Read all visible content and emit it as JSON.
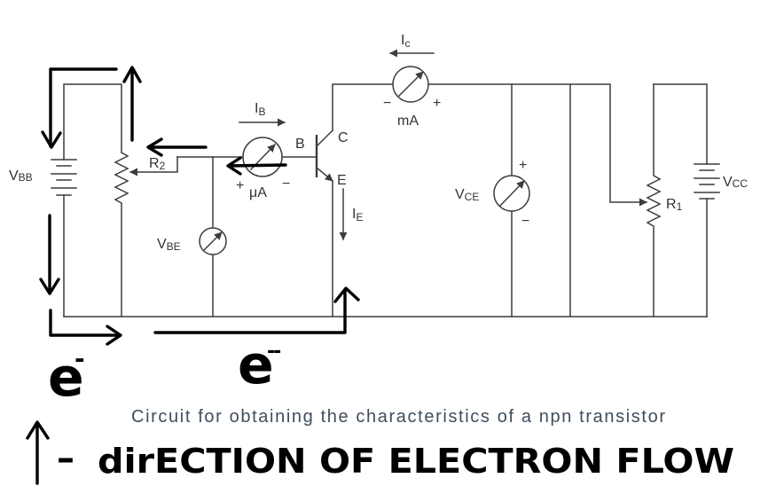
{
  "caption": "Circuit for obtaining the characteristics of a npn transistor",
  "labels": {
    "v_bb": {
      "symbol": "V",
      "sub": "BB"
    },
    "r2": {
      "symbol": "R",
      "sub": "2"
    },
    "i_b": {
      "symbol": "I",
      "sub": "B"
    },
    "base": "B",
    "collector": "C",
    "emitter": "E",
    "i_e": {
      "symbol": "I",
      "sub": "E"
    },
    "i_c": {
      "symbol": "I",
      "sub": "c"
    },
    "v_be": {
      "symbol": "V",
      "sub": "BE"
    },
    "v_ce": {
      "symbol": "V",
      "sub": "CE"
    },
    "r1": {
      "symbol": "R",
      "sub": "1"
    },
    "v_cc": {
      "symbol": "V",
      "sub": "CC"
    }
  },
  "meters": {
    "microammeter": {
      "plus": "+",
      "unit": "μA",
      "minus": "−"
    },
    "milliammeter": {
      "minus": "−",
      "unit": "mA",
      "plus": "+"
    },
    "v_ce": {
      "plus": "+",
      "minus": "−"
    }
  },
  "handwriting": {
    "electron_left": {
      "symbol": "e",
      "charge": "-"
    },
    "electron_right": {
      "symbol": "e",
      "charge": "--"
    },
    "legend": {
      "dash": "–",
      "text": "dirECTION OF ELECTRON FLOW"
    }
  },
  "colors": {
    "wire": "#3c3c3c",
    "label": "#333333",
    "ink": "#000000",
    "caption": "#3f4d5e",
    "bg": "#ffffff"
  }
}
